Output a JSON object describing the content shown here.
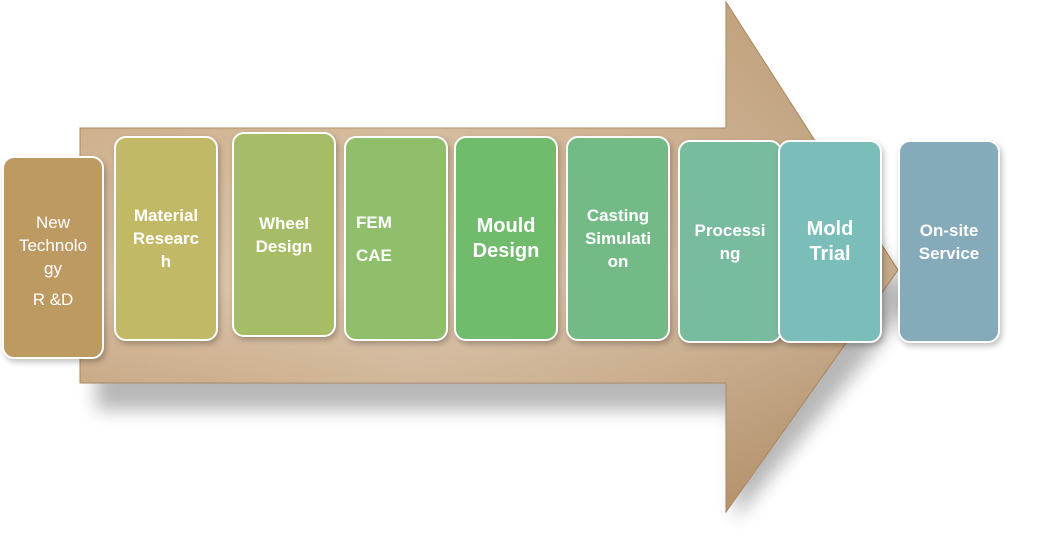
{
  "diagram": {
    "arrow_color": "#c9aa84",
    "steps": [
      {
        "id": "new-technology",
        "lines": [
          "New",
          "Technolo",
          "gy",
          "R &D"
        ],
        "color": "#be9a63",
        "style": "light"
      },
      {
        "id": "material-research",
        "lines": [
          "Material",
          "Researc",
          "h"
        ],
        "color": "#c1b965",
        "style": "normal"
      },
      {
        "id": "wheel-design",
        "lines": [
          "Wheel",
          "Design"
        ],
        "color": "#a7bc66",
        "style": "normal"
      },
      {
        "id": "fem-cae",
        "lines": [
          "FEM",
          "CAE"
        ],
        "color": "#8fbf6a",
        "style": "normal"
      },
      {
        "id": "mould-design",
        "lines": [
          "Mould",
          "Design"
        ],
        "color": "#71bb6c",
        "style": "big"
      },
      {
        "id": "casting-simulation",
        "lines": [
          "Casting",
          "Simulati",
          "on"
        ],
        "color": "#73ba86",
        "style": "normal"
      },
      {
        "id": "processing",
        "lines": [
          "Processi",
          "ng"
        ],
        "color": "#79bb9e",
        "style": "normal"
      },
      {
        "id": "mold-trial",
        "lines": [
          "Mold",
          "Trial"
        ],
        "color": "#7bbdb8",
        "style": "big"
      },
      {
        "id": "on-site-service",
        "lines": [
          "On-site",
          "Service"
        ],
        "color": "#85aab9",
        "style": "normal"
      }
    ]
  }
}
